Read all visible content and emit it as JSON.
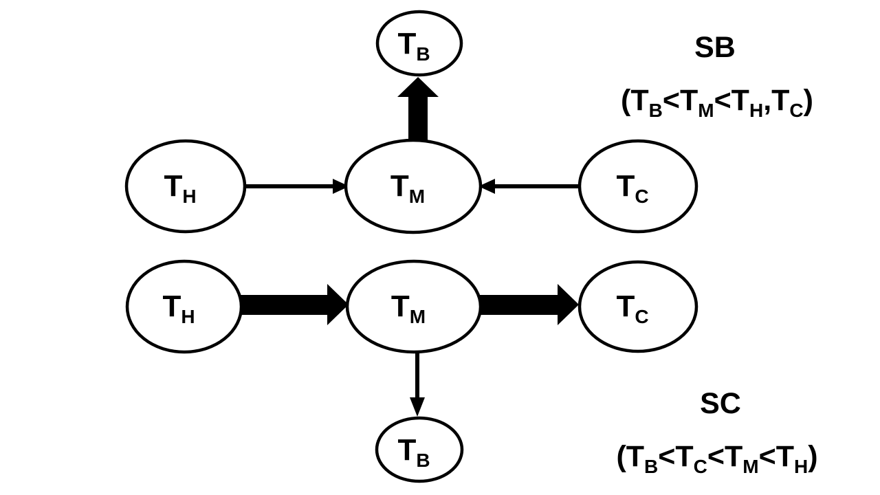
{
  "diagram": {
    "title": "",
    "background_color": "#ffffff",
    "stroke_color": "#000000",
    "panels": [
      {
        "id": "panel-sb",
        "caption_title": "SB",
        "caption_formula_parts": [
          {
            "text": "(T",
            "sub": false
          },
          {
            "text": "B",
            "sub": true
          },
          {
            "text": "<T",
            "sub": false
          },
          {
            "text": "M",
            "sub": true
          },
          {
            "text": "<T",
            "sub": false
          },
          {
            "text": "H",
            "sub": true
          },
          {
            "text": ",T",
            "sub": false
          },
          {
            "text": "C",
            "sub": true
          },
          {
            "text": ")",
            "sub": false
          }
        ],
        "caption_formula_text": "(TB<TM<TH,TC)",
        "nodes": [
          {
            "id": "sb-tb",
            "base": "T",
            "sub": "B"
          },
          {
            "id": "sb-th",
            "base": "T",
            "sub": "H"
          },
          {
            "id": "sb-tm",
            "base": "T",
            "sub": "M"
          },
          {
            "id": "sb-tc",
            "base": "T",
            "sub": "C"
          }
        ],
        "edges": [
          {
            "id": "sb-th-to-tm",
            "from": "T_H",
            "to": "T_M",
            "weight": "thin",
            "direction": "right"
          },
          {
            "id": "sb-tc-to-tm",
            "from": "T_C",
            "to": "T_M",
            "weight": "thin",
            "direction": "left"
          },
          {
            "id": "sb-tm-to-tb",
            "from": "T_M",
            "to": "T_B",
            "weight": "thick",
            "direction": "up"
          }
        ]
      },
      {
        "id": "panel-sc",
        "caption_title": "SC",
        "caption_formula_parts": [
          {
            "text": "(T",
            "sub": false
          },
          {
            "text": "B",
            "sub": true
          },
          {
            "text": "<T",
            "sub": false
          },
          {
            "text": "C",
            "sub": true
          },
          {
            "text": "<T",
            "sub": false
          },
          {
            "text": "M",
            "sub": true
          },
          {
            "text": "<T",
            "sub": false
          },
          {
            "text": "H",
            "sub": true
          },
          {
            "text": ")",
            "sub": false
          }
        ],
        "caption_formula_text": "(TB<TC<TM<TH)",
        "nodes": [
          {
            "id": "sc-th",
            "base": "T",
            "sub": "H"
          },
          {
            "id": "sc-tm",
            "base": "T",
            "sub": "M"
          },
          {
            "id": "sc-tc",
            "base": "T",
            "sub": "C"
          },
          {
            "id": "sc-tb",
            "base": "T",
            "sub": "B"
          }
        ],
        "edges": [
          {
            "id": "sc-th-to-tm",
            "from": "T_H",
            "to": "T_M",
            "weight": "thick",
            "direction": "right"
          },
          {
            "id": "sc-tm-to-tc",
            "from": "T_M",
            "to": "T_C",
            "weight": "thick",
            "direction": "right"
          },
          {
            "id": "sc-tm-to-tb",
            "from": "T_M",
            "to": "T_B",
            "weight": "thin",
            "direction": "down"
          }
        ]
      }
    ]
  },
  "labels": {
    "sb_tb": {
      "base": "T",
      "sub": "B"
    },
    "sb_th": {
      "base": "T",
      "sub": "H"
    },
    "sb_tm": {
      "base": "T",
      "sub": "M"
    },
    "sb_tc": {
      "base": "T",
      "sub": "C"
    },
    "sc_th": {
      "base": "T",
      "sub": "H"
    },
    "sc_tm": {
      "base": "T",
      "sub": "M"
    },
    "sc_tc": {
      "base": "T",
      "sub": "C"
    },
    "sc_tb": {
      "base": "T",
      "sub": "B"
    }
  },
  "captions": {
    "sb": {
      "title": "SB",
      "f1": "(T",
      "f1s": "B",
      "f2": "<T",
      "f2s": "M",
      "f3": "<T",
      "f3s": "H",
      "f4": ",T",
      "f4s": "C",
      "f5": ")"
    },
    "sc": {
      "title": "SC",
      "f1": "(T",
      "f1s": "B",
      "f2": "<T",
      "f2s": "C",
      "f3": "<T",
      "f3s": "M",
      "f4": "<T",
      "f4s": "H",
      "f5": ")"
    }
  }
}
